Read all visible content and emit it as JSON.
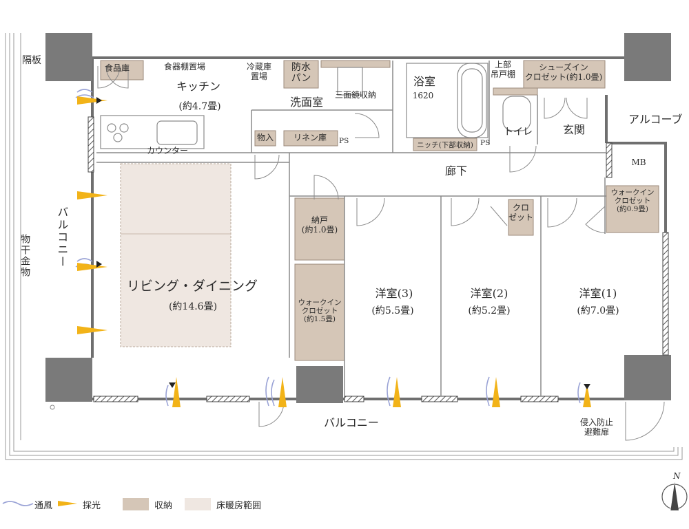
{
  "colors": {
    "wall": "#7a7a7a",
    "wall_dark": "#5f5f5f",
    "line": "#8a8a8a",
    "storage": "#d5c6b7",
    "floor_heat": "#efe7e1",
    "light_arrow": "#f2b318",
    "wind": "#9aa3d6",
    "hatch": "#555555"
  },
  "labels": {
    "partition": "隔板",
    "pantry": "食品庫",
    "cupboard_area": "食器棚置場",
    "fridge_area": "冷蔵庫\n置場",
    "waterproof_pan": "防水\nパン",
    "kitchen": "キッチン",
    "kitchen_size": "(約4.7畳)",
    "washroom": "洗面室",
    "mirror_storage": "三面鏡収納",
    "bathroom": "浴室",
    "bathroom_size": "1620",
    "upper_shelf": "上部\n吊戸棚",
    "shoe_closet": "シューズイン\nクロゼット(約1.0畳)",
    "alcove": "アルコーブ",
    "entrance": "玄関",
    "toilet": "トイレ",
    "counter": "カウンター",
    "storage_small": "物入",
    "linen": "リネン庫",
    "ps": "PS",
    "niche": "ニッチ(下部収納)",
    "corridor": "廊下",
    "mb": "MB",
    "wic_small": "ウォークイン\nクロゼット\n(約0.9畳)",
    "closet": "クロ\nゼット",
    "storeroom": "納戸\n(約1.0畳)",
    "wic_large": "ウォークイン\nクロゼット\n(約1.5畳)",
    "living": "リビング・ダイニング",
    "living_size": "(約14.6畳)",
    "room3": "洋室(3)",
    "room3_size": "(約5.5畳)",
    "room2": "洋室(2)",
    "room2_size": "(約5.2畳)",
    "room1": "洋室(1)",
    "room1_size": "(約7.0畳)",
    "balcony_side": "バルコニー",
    "drying_hardware": "物干金物",
    "balcony_bottom": "バルコニー",
    "escape_door": "侵入防止\n避難扉",
    "north": "N"
  },
  "legend": [
    {
      "icon": "wind-icon",
      "label": "通風"
    },
    {
      "icon": "light-icon",
      "label": "採光"
    },
    {
      "icon": "storage-swatch",
      "label": "収納"
    },
    {
      "icon": "floor-heating-swatch",
      "label": "床暖房範囲"
    }
  ]
}
